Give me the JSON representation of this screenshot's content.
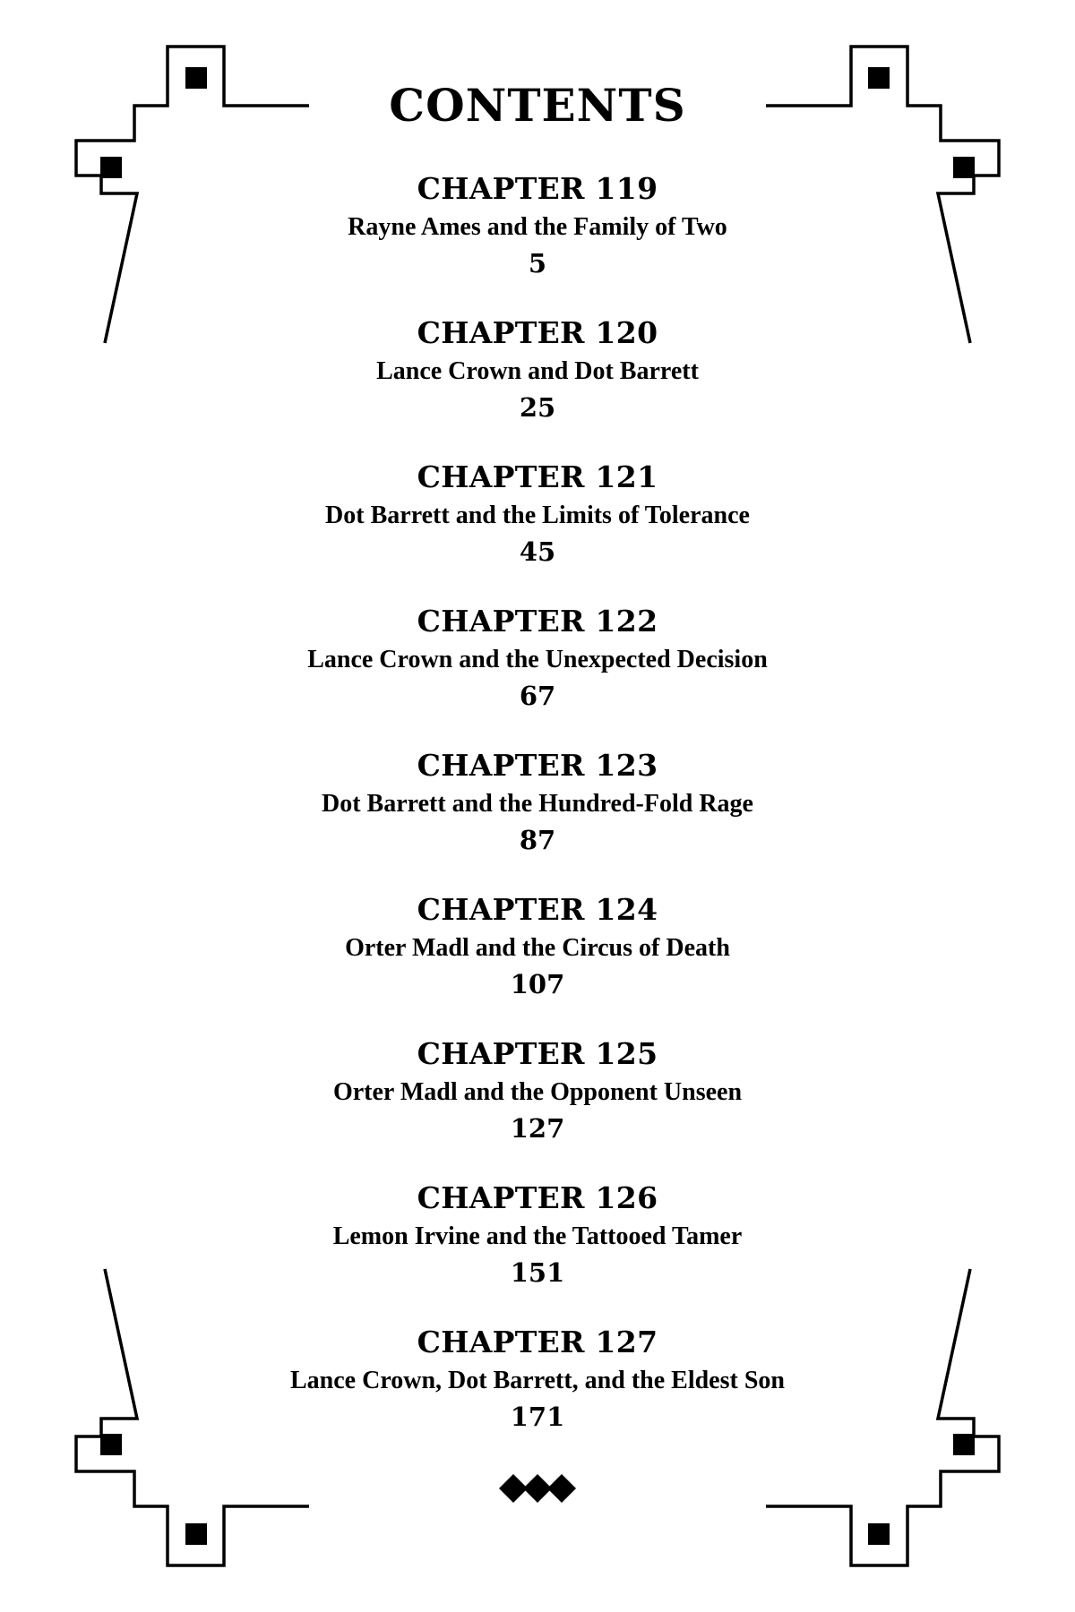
{
  "page": {
    "title": "CONTENTS"
  },
  "entries": [
    {
      "chapter": "CHAPTER 119",
      "title": "Rayne Ames and the Family of Two",
      "page": "5"
    },
    {
      "chapter": "CHAPTER 120",
      "title": "Lance Crown and Dot Barrett",
      "page": "25"
    },
    {
      "chapter": "CHAPTER 121",
      "title": "Dot Barrett and the Limits of Tolerance",
      "page": "45"
    },
    {
      "chapter": "CHAPTER 122",
      "title": "Lance Crown and the Unexpected Decision",
      "page": "67"
    },
    {
      "chapter": "CHAPTER 123",
      "title": "Dot Barrett and the Hundred-Fold Rage",
      "page": "87"
    },
    {
      "chapter": "CHAPTER 124",
      "title": "Orter Madl and the Circus of Death",
      "page": "107"
    },
    {
      "chapter": "CHAPTER 125",
      "title": "Orter Madl and the Opponent Unseen",
      "page": "127"
    },
    {
      "chapter": "CHAPTER 126",
      "title": "Lemon Irvine and the Tattooed Tamer",
      "page": "151"
    },
    {
      "chapter": "CHAPTER 127",
      "title": "Lance Crown, Dot Barrett, and the Eldest Son",
      "page": "171"
    }
  ],
  "colors": {
    "ink": "#000000",
    "paper": "#ffffff"
  },
  "icons": {
    "corner": "stepped-corner-ornament-icon",
    "end": "triple-diamond-icon"
  }
}
